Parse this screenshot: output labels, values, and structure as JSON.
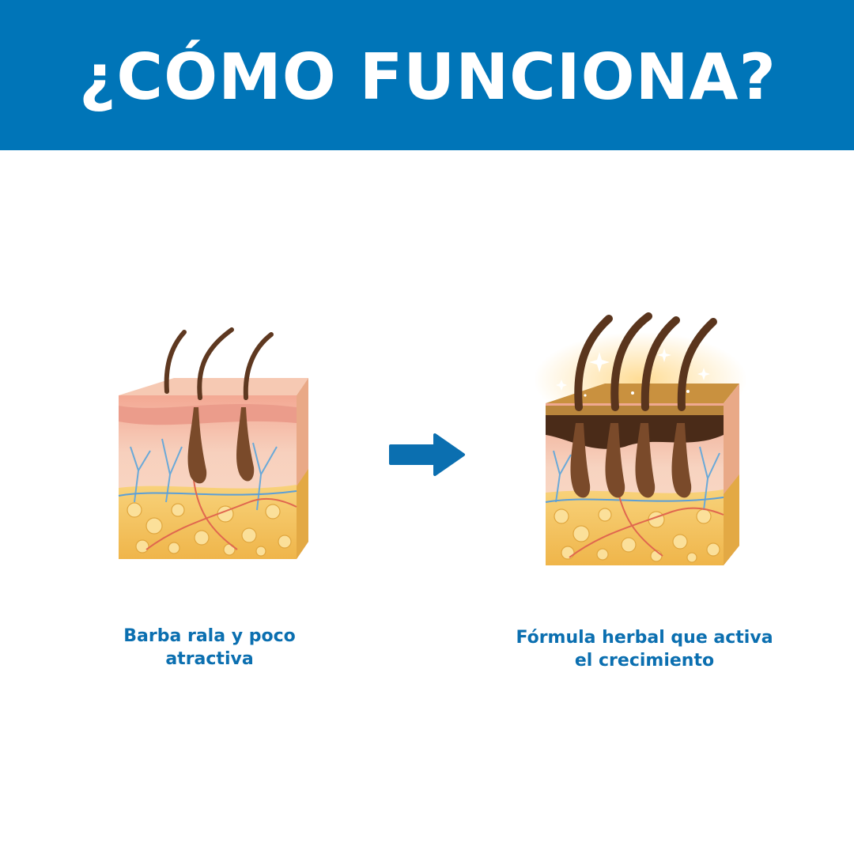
{
  "header": {
    "title": "¿CÓMO FUNCIONA?"
  },
  "panels": {
    "before": {
      "caption": "Barba rala y poco atractiva",
      "icon": "skin-cross-section-sparse-hair-icon"
    },
    "after": {
      "caption": "Fórmula herbal que activa el crecimiento",
      "icon": "skin-cross-section-dense-hair-icon"
    }
  },
  "arrow": {
    "icon": "right-arrow-icon"
  },
  "colors": {
    "brand_blue": "#0075b8",
    "caption_blue": "#0b6fb0",
    "background": "#ffffff",
    "skin": "#f7cdb5",
    "fat": "#f6c25e",
    "hair": "#6b3f22"
  }
}
